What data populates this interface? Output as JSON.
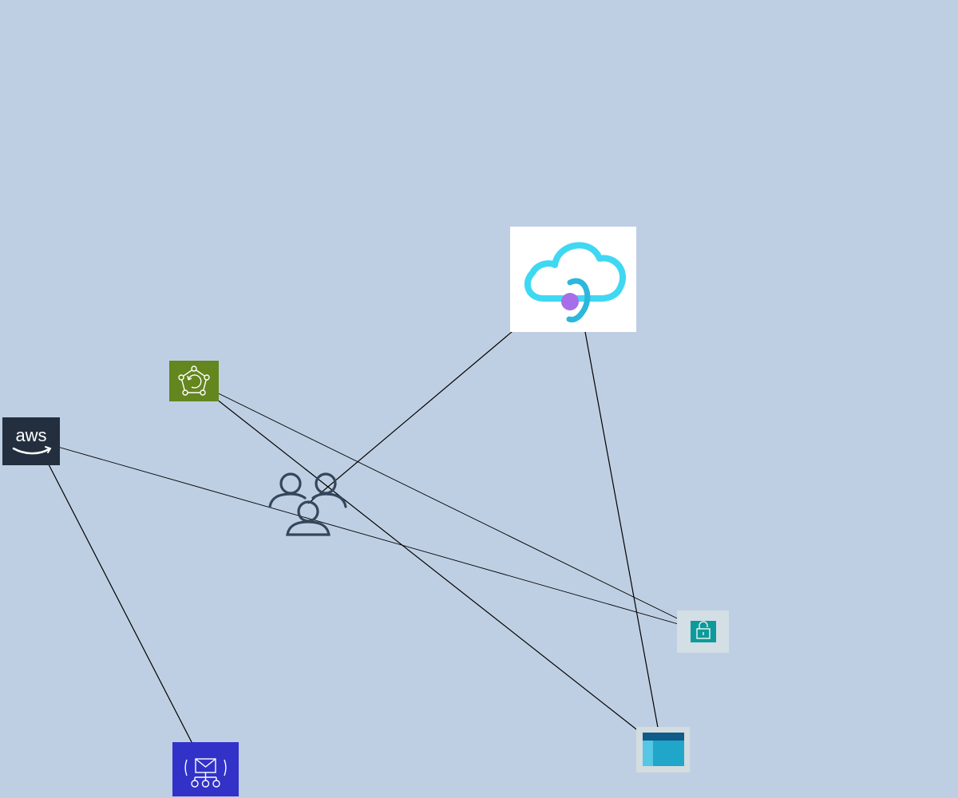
{
  "diagram": {
    "background": "#bfcfe3",
    "nodes": [
      {
        "id": "cloud-service",
        "icon": "cloud-headset-icon",
        "color": "#3fd8f2"
      },
      {
        "id": "aws-logo",
        "icon": "aws-logo",
        "text": "aws",
        "color": "#232f3e"
      },
      {
        "id": "network-service",
        "icon": "network-pentagon-icon",
        "color": "#64861f"
      },
      {
        "id": "users-group",
        "icon": "users-group-icon",
        "color": "#33475b"
      },
      {
        "id": "lock-service",
        "icon": "lock-icon",
        "color": "#0e9a9a"
      },
      {
        "id": "window-service",
        "icon": "app-window-icon",
        "color": "#1fa6c9"
      },
      {
        "id": "message-queue",
        "icon": "envelope-hierarchy-icon",
        "color": "#3232c8"
      }
    ],
    "edges": [
      {
        "from": "users-group",
        "to": "cloud-service"
      },
      {
        "from": "cloud-service",
        "to": "window-service"
      },
      {
        "from": "lock-service",
        "to": "network-service"
      },
      {
        "from": "window-service",
        "to": "network-service"
      },
      {
        "from": "aws-logo",
        "to": "lock-service"
      },
      {
        "from": "aws-logo",
        "to": "message-queue"
      }
    ]
  }
}
